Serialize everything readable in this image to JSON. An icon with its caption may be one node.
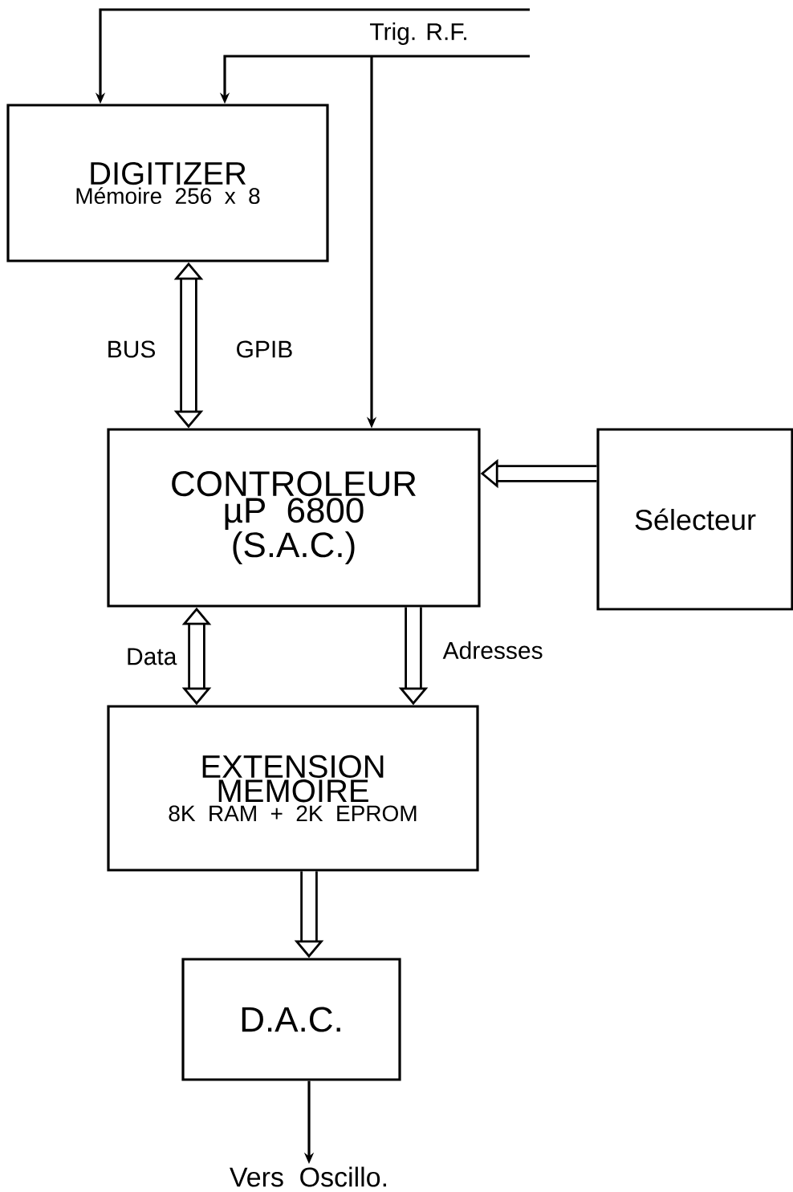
{
  "diagram": {
    "nodes": [
      {
        "text": [
          "DIGITIZER",
          "Mémoire 256 x 8"
        ]
      },
      {
        "text": [
          "CONTROLEUR",
          "µP 6800",
          "(S.A.C.)"
        ]
      },
      {
        "text": [
          "Sélecteur"
        ]
      },
      {
        "text": [
          "EXTENSION MEMOIRE",
          "8K RAM + 2K EPROM"
        ]
      },
      {
        "text": [
          "D.A.C."
        ]
      },
      {
        "text": [
          "Vers Oscillo."
        ]
      }
    ],
    "edges": [
      {
        "from": null,
        "to": 0,
        "arrow": "to"
      },
      {
        "from": null,
        "to": 0,
        "arrow": "to",
        "label": "Trig. R.F."
      },
      {
        "from": null,
        "to": 1,
        "arrow": "to"
      },
      {
        "from": 0,
        "to": 1,
        "arrow": "both"
      },
      {
        "from": 2,
        "to": 1,
        "arrow": "to"
      },
      {
        "from": 1,
        "to": 3,
        "arrow": "both"
      },
      {
        "from": 1,
        "to": 3,
        "arrow": "to"
      },
      {
        "from": 3,
        "to": 4,
        "arrow": "to"
      },
      {
        "from": 4,
        "to": 5,
        "arrow": "to"
      }
    ],
    "labels": [
      "BUS",
      "GPIB",
      "Data",
      "Adresses"
    ]
  }
}
